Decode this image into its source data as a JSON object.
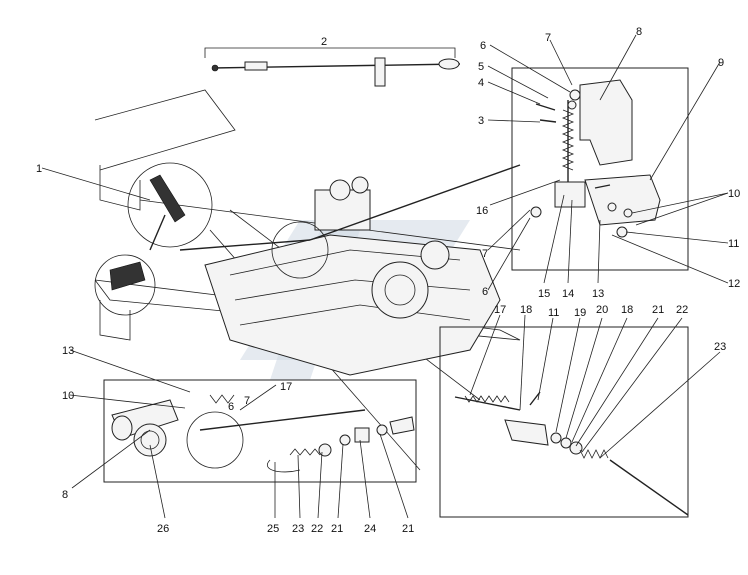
{
  "diagram": {
    "callouts": [
      "1",
      "2",
      "3",
      "4",
      "5",
      "6",
      "7",
      "8",
      "9",
      "10",
      "11",
      "12",
      "13",
      "14",
      "15",
      "16",
      "7",
      "6",
      "17",
      "18",
      "11",
      "19",
      "20",
      "18",
      "21",
      "22",
      "23",
      "13",
      "10",
      "17",
      "6",
      "7",
      "8",
      "26",
      "25",
      "23",
      "22",
      "21",
      "24",
      "21"
    ]
  },
  "colors": {
    "line": "#222222",
    "background": "#ffffff",
    "watermark": "#cfd8e4"
  }
}
